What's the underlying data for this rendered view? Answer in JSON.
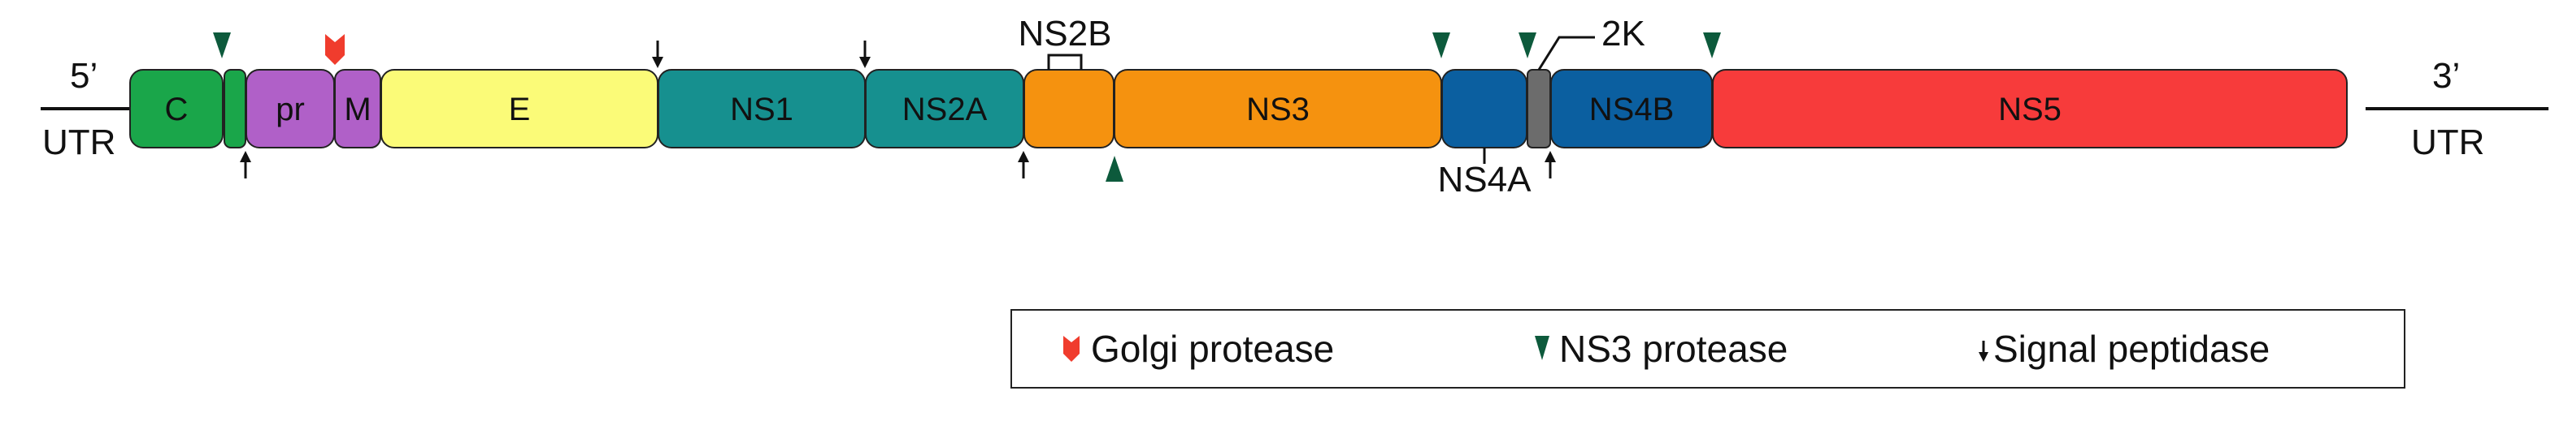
{
  "genome": {
    "five_prime": "5’",
    "five_utr": "UTR",
    "three_prime": "3’",
    "three_utr": "UTR",
    "segments": [
      {
        "id": "C",
        "label": "C",
        "color": "#1aa64a"
      },
      {
        "id": "anchC",
        "label": "",
        "color": "#1aa64a"
      },
      {
        "id": "pr",
        "label": "pr",
        "color": "#b060c8"
      },
      {
        "id": "M",
        "label": "M",
        "color": "#b060c8"
      },
      {
        "id": "E",
        "label": "E",
        "color": "#fbfb78"
      },
      {
        "id": "NS1",
        "label": "NS1",
        "color": "#16908f"
      },
      {
        "id": "NS2A",
        "label": "NS2A",
        "color": "#16908f"
      },
      {
        "id": "NS2B",
        "label": "",
        "color": "#f5920f"
      },
      {
        "id": "NS3",
        "label": "NS3",
        "color": "#f5920f"
      },
      {
        "id": "NS4A",
        "label": "",
        "color": "#0b5fa0"
      },
      {
        "id": "2K",
        "label": "",
        "color": "#6c6c6c"
      },
      {
        "id": "NS4B",
        "label": "NS4B",
        "color": "#0b5fa0"
      },
      {
        "id": "NS5",
        "label": "NS5",
        "color": "#f73b3b"
      }
    ],
    "callouts": {
      "ns2b": "NS2B",
      "two_k": "2K",
      "ns4a": "NS4A"
    }
  },
  "legend": {
    "golgi": "Golgi protease",
    "ns3": "NS3 protease",
    "signal": "Signal peptidase",
    "golgi_color": "#f03c2d",
    "ns3_color": "#0d5a3c",
    "signal_color": "#111111"
  }
}
